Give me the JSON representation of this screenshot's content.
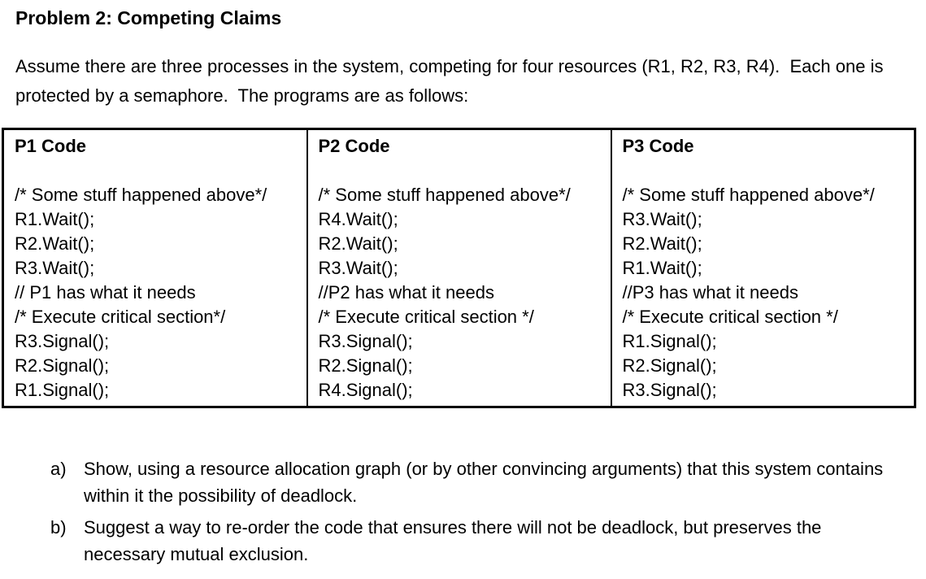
{
  "title": "Problem 2: Competing Claims",
  "intro": "Assume there are three processes in the system, competing for four resources (R1, R2, R3, R4).  Each one is protected by a semaphore.  The programs are as follows:",
  "table": {
    "columns": [
      {
        "header": "P1 Code",
        "lines": [
          "/* Some stuff happened above*/",
          "R1.Wait();",
          "R2.Wait();",
          "R3.Wait();",
          "// P1 has what it needs",
          "/* Execute critical section*/",
          "R3.Signal();",
          "R2.Signal();",
          "R1.Signal();"
        ]
      },
      {
        "header": "P2 Code",
        "lines": [
          "/* Some stuff happened above*/",
          "R4.Wait();",
          "R2.Wait();",
          "R3.Wait();",
          "//P2 has what it needs",
          "/* Execute critical section */",
          "R3.Signal();",
          "R2.Signal();",
          "R4.Signal();"
        ]
      },
      {
        "header": "P3 Code",
        "lines": [
          "/* Some stuff happened above*/",
          "R3.Wait();",
          "R2.Wait();",
          "R1.Wait();",
          "//P3 has what it needs",
          "/* Execute critical section */",
          "R1.Signal();",
          "R2.Signal();",
          "R3.Signal();"
        ]
      }
    ]
  },
  "questions": [
    {
      "label": "a)",
      "text": "Show, using a resource allocation graph (or by other convincing arguments) that this system contains within it the possibility of deadlock."
    },
    {
      "label": "b)",
      "text": "Suggest a way to re-order the code that ensures there will not be deadlock, but preserves the necessary mutual exclusion."
    }
  ]
}
